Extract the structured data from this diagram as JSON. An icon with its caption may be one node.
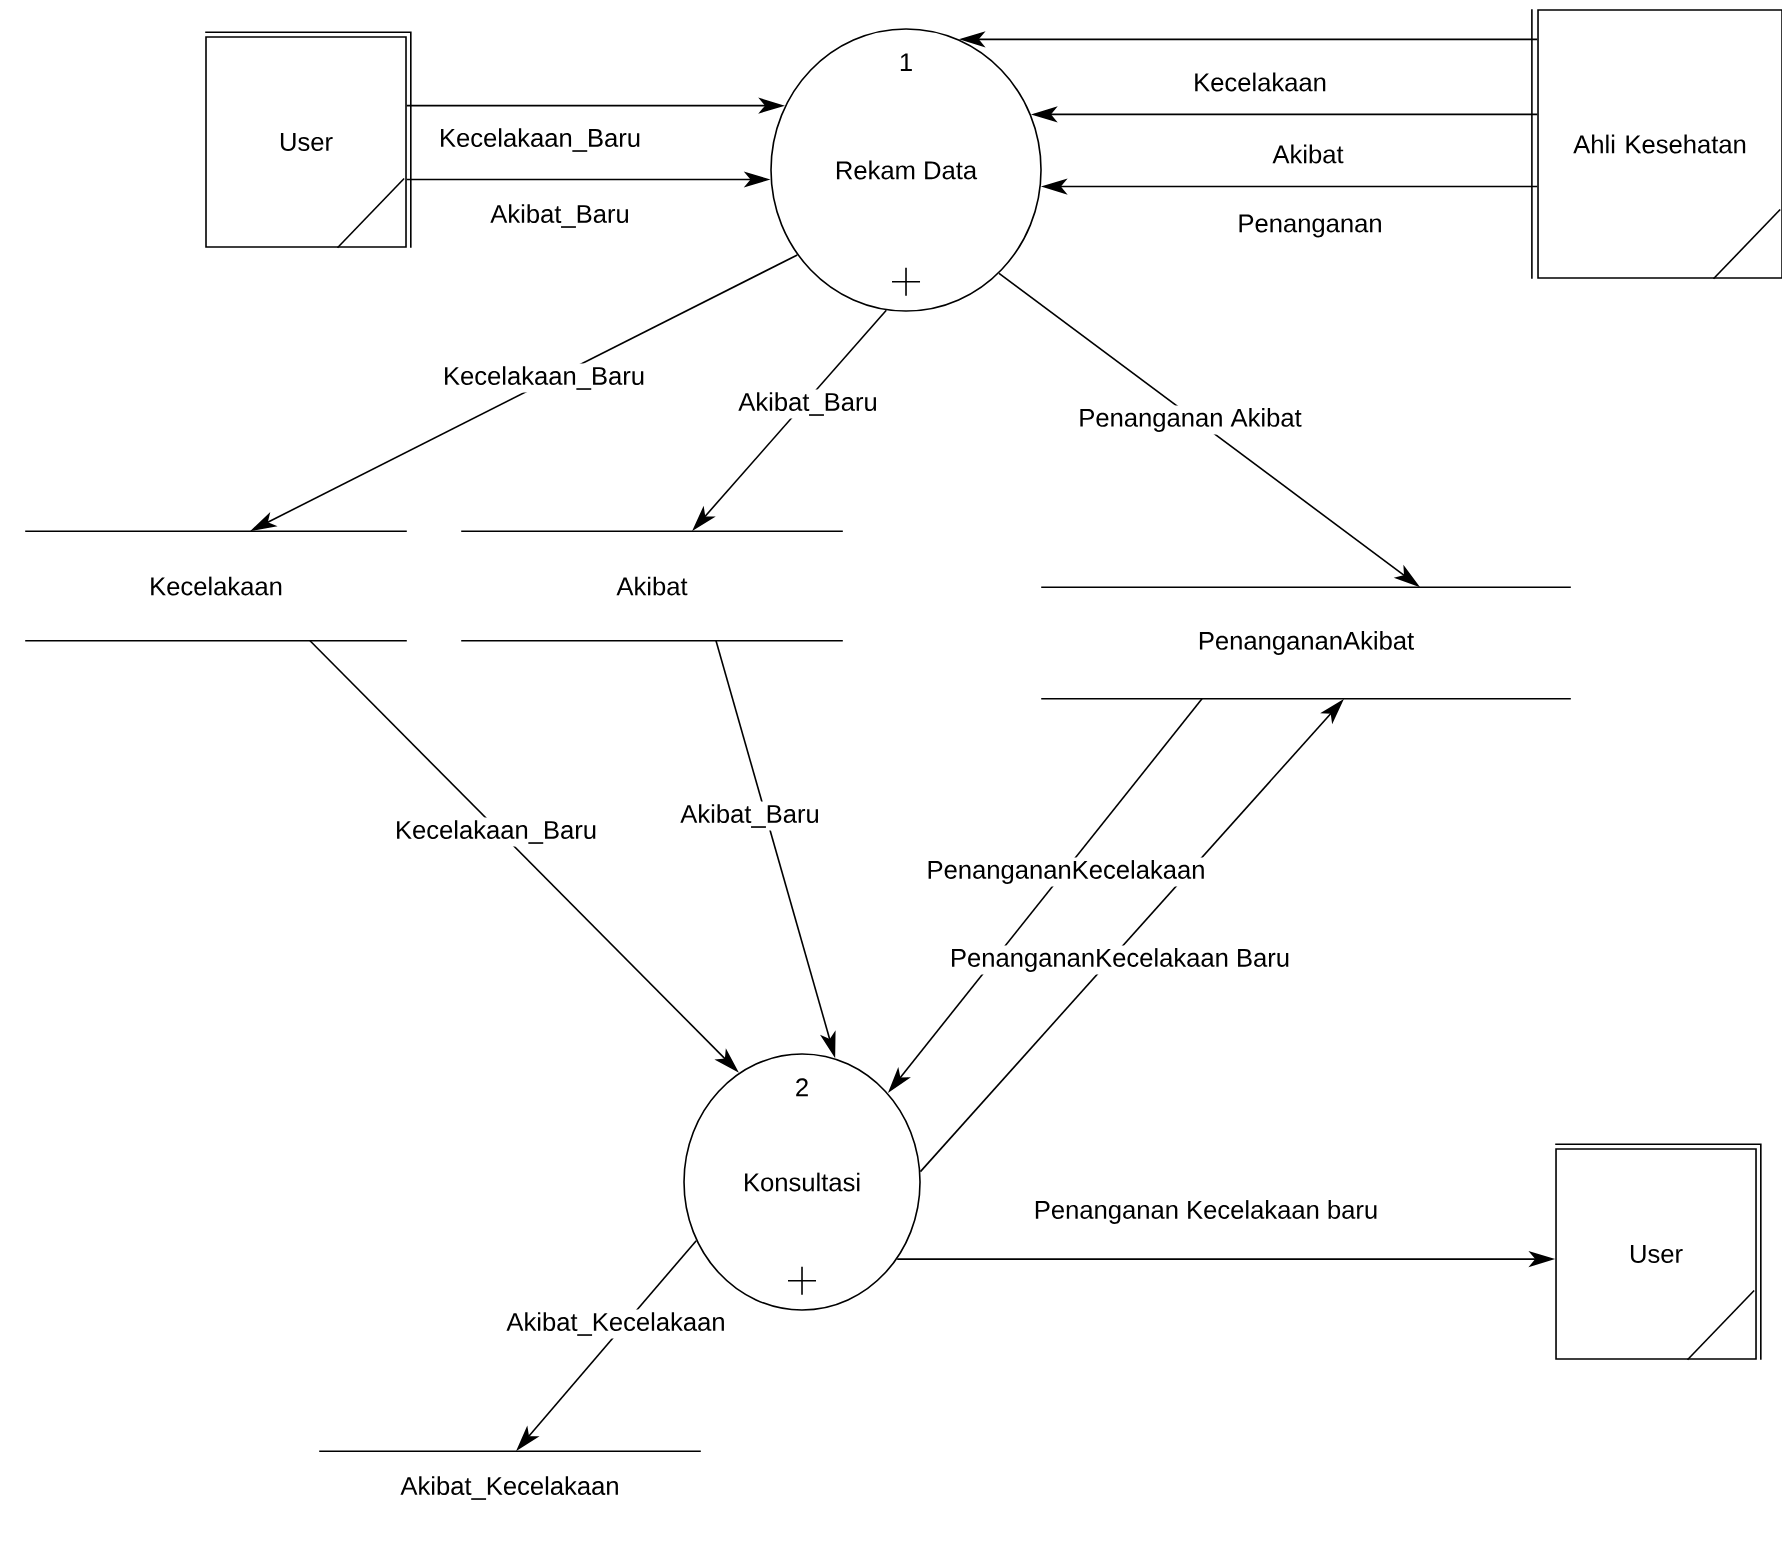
{
  "diagram": {
    "nodes": [
      {
        "text": [
          "User"
        ]
      },
      {
        "text": [
          "1",
          "Rekam Data"
        ]
      },
      {
        "text": [
          "Ahli Kesehatan"
        ]
      },
      {
        "text": [
          "Kecelakaan"
        ]
      },
      {
        "text": [
          "Akibat"
        ]
      },
      {
        "text": [
          "PenangananAkibat"
        ]
      },
      {
        "text": [
          "2",
          "Konsultasi"
        ]
      },
      {
        "text": [
          "User"
        ]
      },
      {
        "text": [
          "Akibat_Kecelakaan"
        ]
      }
    ],
    "edges": [
      {
        "from": 0,
        "to": 1,
        "arrow": "to",
        "label": "Kecelakaan_Baru"
      },
      {
        "from": 0,
        "to": 1,
        "arrow": "to",
        "label": "Akibat_Baru"
      },
      {
        "from": 2,
        "to": 1,
        "arrow": "to",
        "label": "Kecelakaan"
      },
      {
        "from": 2,
        "to": 1,
        "arrow": "to",
        "label": "Akibat"
      },
      {
        "from": 2,
        "to": 1,
        "arrow": "to",
        "label": "Penanganan"
      },
      {
        "from": 1,
        "to": 3,
        "arrow": "to",
        "label": "Kecelakaan_Baru"
      },
      {
        "from": 1,
        "to": 4,
        "arrow": "to",
        "label": "Akibat_Baru"
      },
      {
        "from": 1,
        "to": 5,
        "arrow": "to",
        "label": "Penanganan Akibat"
      },
      {
        "from": 3,
        "to": 6,
        "arrow": "to",
        "label": "Kecelakaan_Baru"
      },
      {
        "from": 4,
        "to": 6,
        "arrow": "to",
        "label": "Akibat_Baru"
      },
      {
        "from": 5,
        "to": 6,
        "arrow": "to",
        "label": "PenangananKecelakaan"
      },
      {
        "from": 6,
        "to": 5,
        "arrow": "to",
        "label": "PenangananKecelakaan Baru"
      },
      {
        "from": 6,
        "to": 7,
        "arrow": "to",
        "label": "Penanganan Kecelakaan baru"
      },
      {
        "from": 6,
        "to": 8,
        "arrow": "to",
        "label": "Akibat_Kecelakaan"
      }
    ]
  }
}
